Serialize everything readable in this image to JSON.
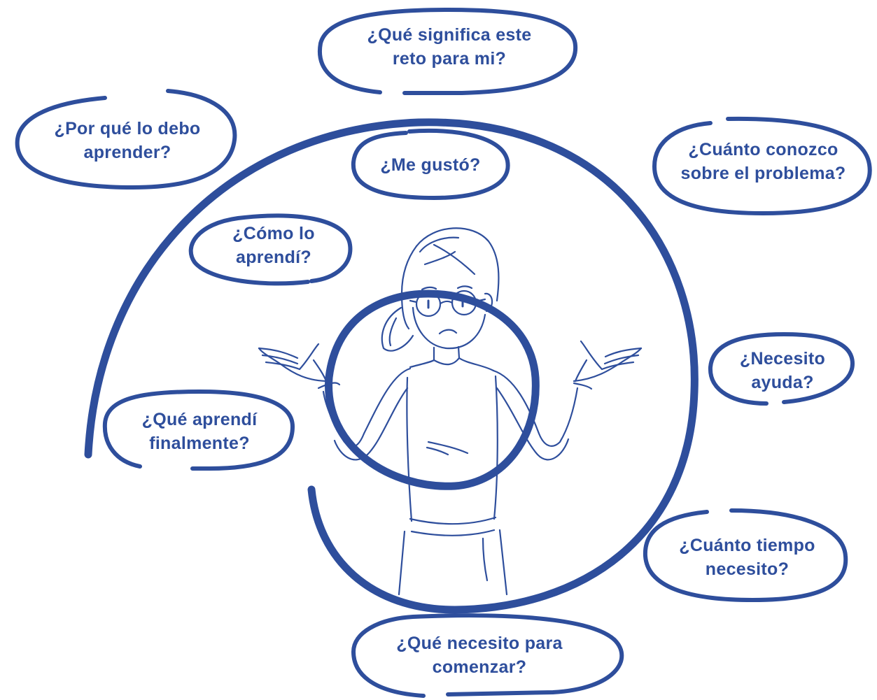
{
  "colors": {
    "stroke": "#2e4e9c",
    "text": "#2e4e9c",
    "background": "#ffffff"
  },
  "figure": "person-shrugging",
  "questions": {
    "significa": [
      "¿Qué significa este",
      "reto para mi?"
    ],
    "por_que": [
      "¿Por qué lo debo",
      "aprender?"
    ],
    "me_gusto": [
      "¿Me gustó?"
    ],
    "cuanto_conozco": [
      "¿Cuánto conozco",
      "sobre el problema?"
    ],
    "como": [
      "¿Cómo lo",
      "aprendí?"
    ],
    "necesito_ayuda": [
      "¿Necesito",
      "ayuda?"
    ],
    "que_aprendi": [
      "¿Qué aprendí",
      "finalmente?"
    ],
    "cuanto_tiempo": [
      "¿Cuánto tiempo",
      "necesito?"
    ],
    "que_necesito": [
      "¿Qué necesito para",
      "comenzar?"
    ]
  }
}
